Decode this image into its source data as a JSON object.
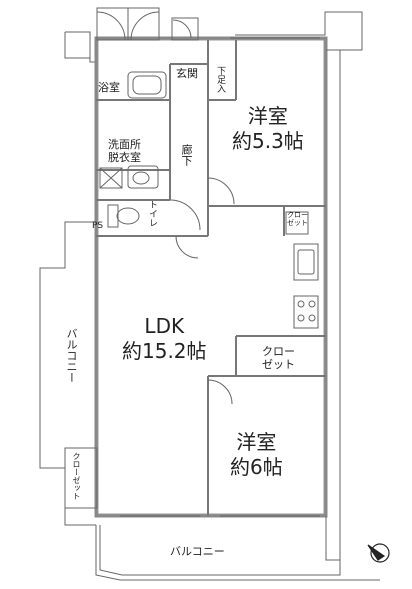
{
  "rooms": {
    "bath": "浴室",
    "entrance": "玄関",
    "shoe_box": "下足入",
    "western_1_name": "洋室",
    "western_1_size": "約5.3帖",
    "washroom_line1": "洗面所",
    "washroom_line2": "脱衣室",
    "corridor": "廊下",
    "toilet": "トイレ",
    "ps": "PS",
    "closet_small": "クロー\nゼット",
    "ldk_name": "LDK",
    "ldk_size": "約15.2帖",
    "closet_mid": "クロー\nゼット",
    "western_2_name": "洋室",
    "western_2_size": "約6帖",
    "balcony_side": "バルコニー",
    "closet_left": "クローゼット",
    "balcony_bottom": "バルコニー"
  },
  "colors": {
    "wall": "#9a9a9a",
    "line": "#555555",
    "fill": "#ffffff"
  },
  "icons": [
    "compass-north-icon"
  ]
}
